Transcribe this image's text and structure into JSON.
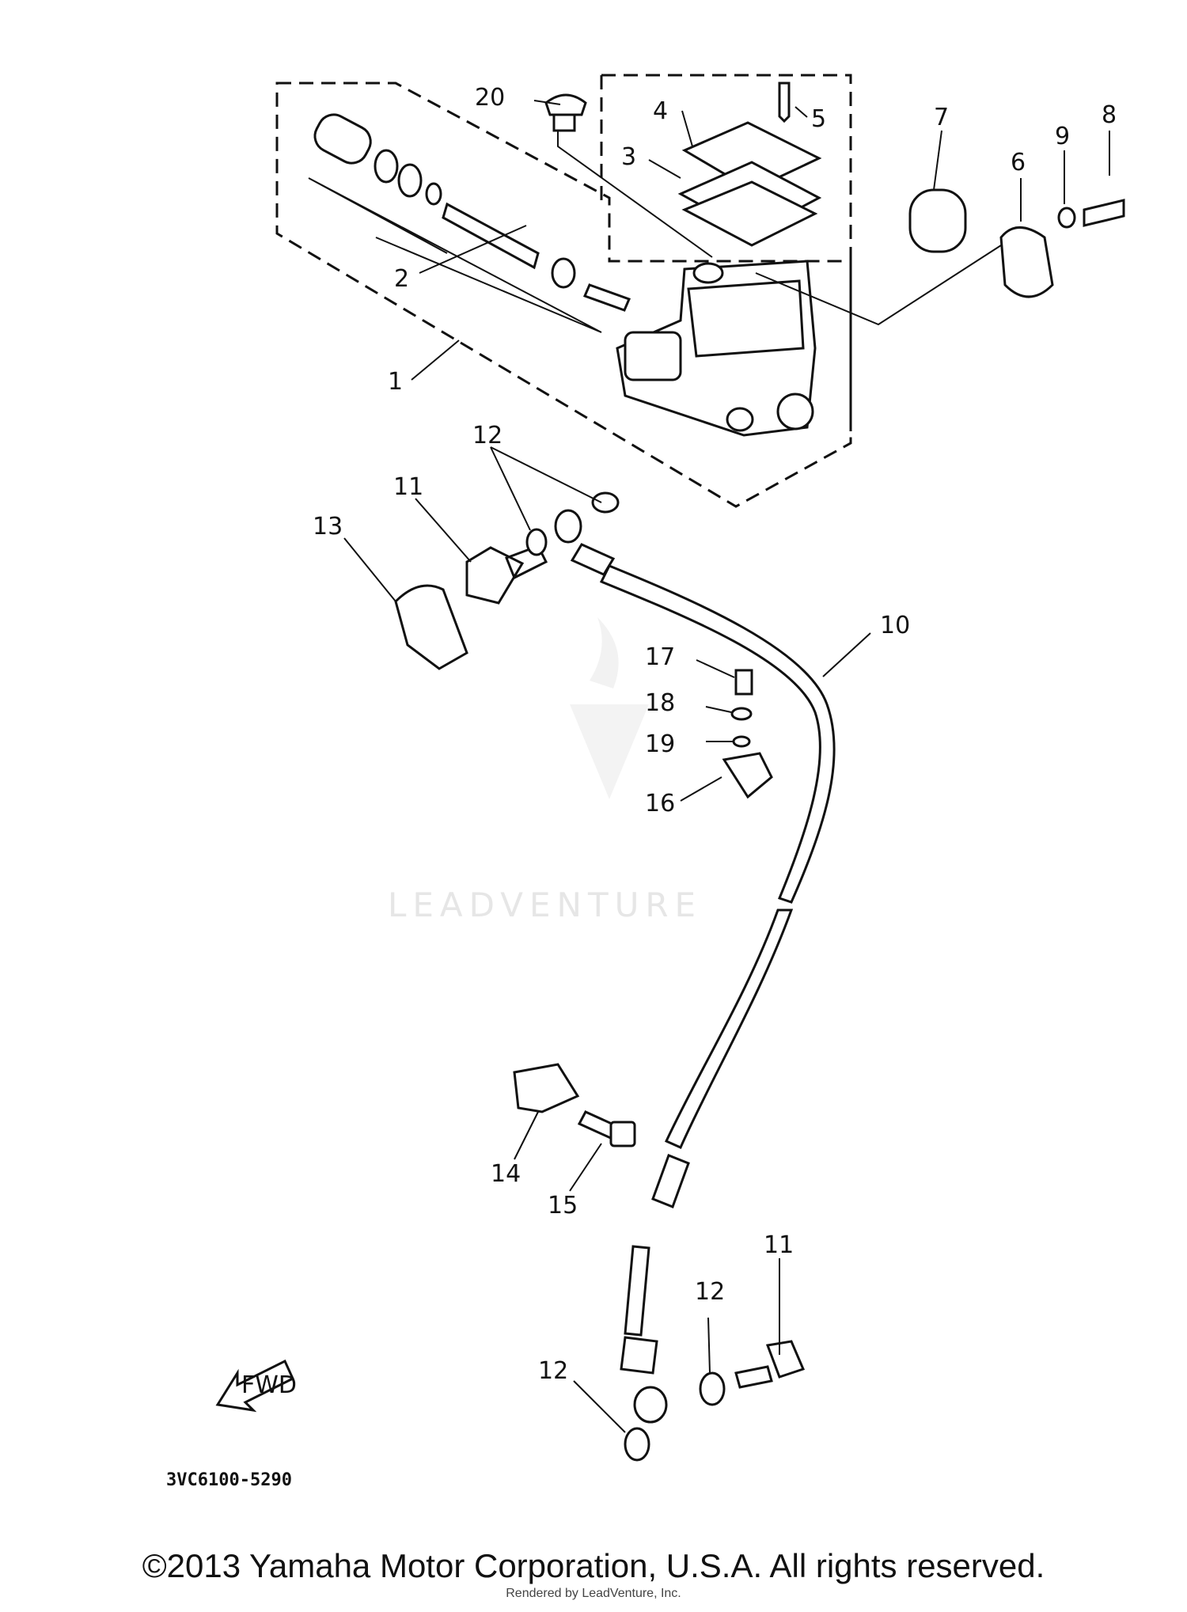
{
  "callouts": {
    "c1": "1",
    "c2": "2",
    "c3": "3",
    "c4": "4",
    "c5": "5",
    "c6": "6",
    "c7": "7",
    "c8": "8",
    "c9": "9",
    "c10": "10",
    "c11a": "11",
    "c11b": "11",
    "c12a": "12",
    "c12b": "12",
    "c12c": "12",
    "c13": "13",
    "c14": "14",
    "c15": "15",
    "c16": "16",
    "c17": "17",
    "c18": "18",
    "c19": "19",
    "c20": "20"
  },
  "fwd_label": "FWD",
  "diagram_code": "3VC6100-5290",
  "watermark": "LEADVENTURE",
  "copyright": "©2013 Yamaha Motor Corporation, U.S.A. All rights reserved.",
  "rendered_by": "Rendered by LeadVenture, Inc."
}
